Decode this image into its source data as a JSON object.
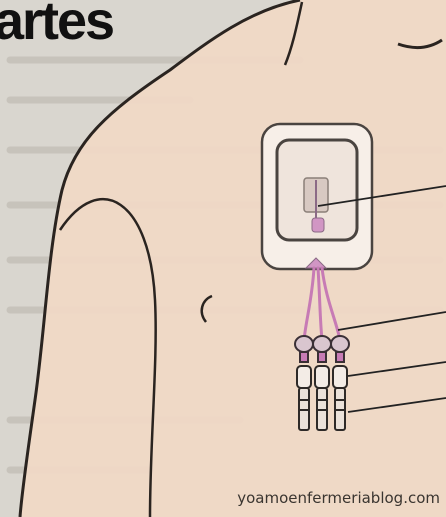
{
  "heading": {
    "text": "artes"
  },
  "watermark": {
    "text": "yoamoenfermeriablog.com"
  },
  "colors": {
    "background": "#d9d6cf",
    "skin": "#f1d9c6",
    "outline": "#2a2420",
    "dressing": "#f7efe8",
    "catheter": "#c77bb5",
    "leader_line": "#222222"
  },
  "icons": [
    "shoulder-illustration",
    "picc-dressing-icon",
    "catheter-lumens-icon",
    "luer-connector-icon"
  ]
}
